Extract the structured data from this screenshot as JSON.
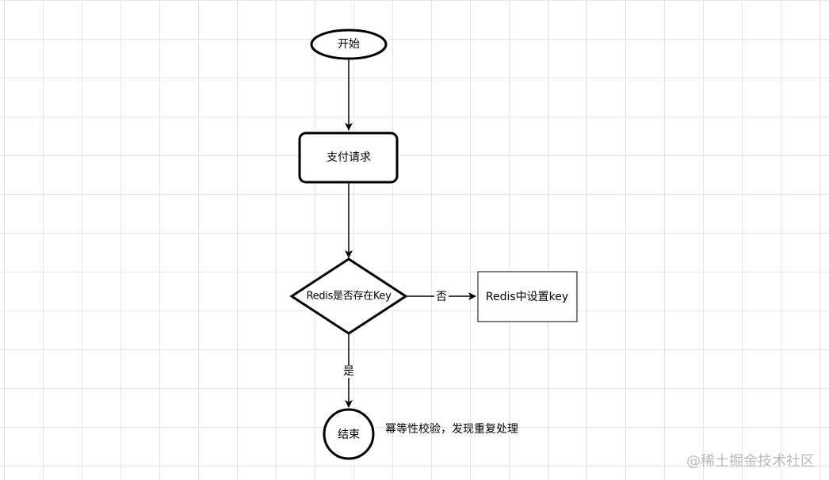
{
  "nodes": {
    "start": {
      "label": "开始",
      "shape": "ellipse"
    },
    "payment_request": {
      "label": "支付请求",
      "shape": "rounded-rect"
    },
    "redis_key_check": {
      "label": "Redis是否存在Key",
      "shape": "diamond"
    },
    "redis_set_key": {
      "label": "Redis中设置key",
      "shape": "rect"
    },
    "end": {
      "label": "结束",
      "shape": "circle"
    }
  },
  "edges": {
    "start_to_request": {
      "from": "start",
      "to": "payment_request",
      "label": ""
    },
    "request_to_check": {
      "from": "payment_request",
      "to": "redis_key_check",
      "label": ""
    },
    "check_no": {
      "from": "redis_key_check",
      "to": "redis_set_key",
      "label": "否"
    },
    "check_yes": {
      "from": "redis_key_check",
      "to": "end",
      "label": "是"
    }
  },
  "annotation": "幂等性校验，发现重复处理",
  "watermark": "@稀土掘金技术社区"
}
